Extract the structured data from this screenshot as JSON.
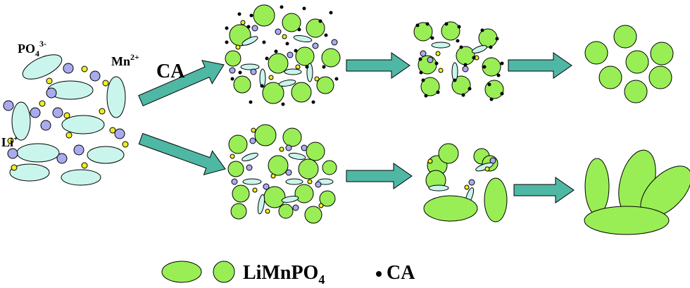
{
  "labels": {
    "po4": "PO",
    "po4_sub": "4",
    "po4_sup": "3-",
    "mn": "Mn",
    "mn_sup": "2+",
    "li": "Li",
    "li_sup": "+",
    "ca_arrow": "CA"
  },
  "legend": {
    "compound": "LiMnPO",
    "compound_sub": "4",
    "ca": "CA"
  },
  "colors": {
    "lmp_green": "#99ee55",
    "po4_cyan": "#c9f5ec",
    "mn_purple": "#aaaaee",
    "li_yellow": "#eeee22",
    "ca_black": "#000000",
    "arrow_teal": "#4fb8a4"
  }
}
